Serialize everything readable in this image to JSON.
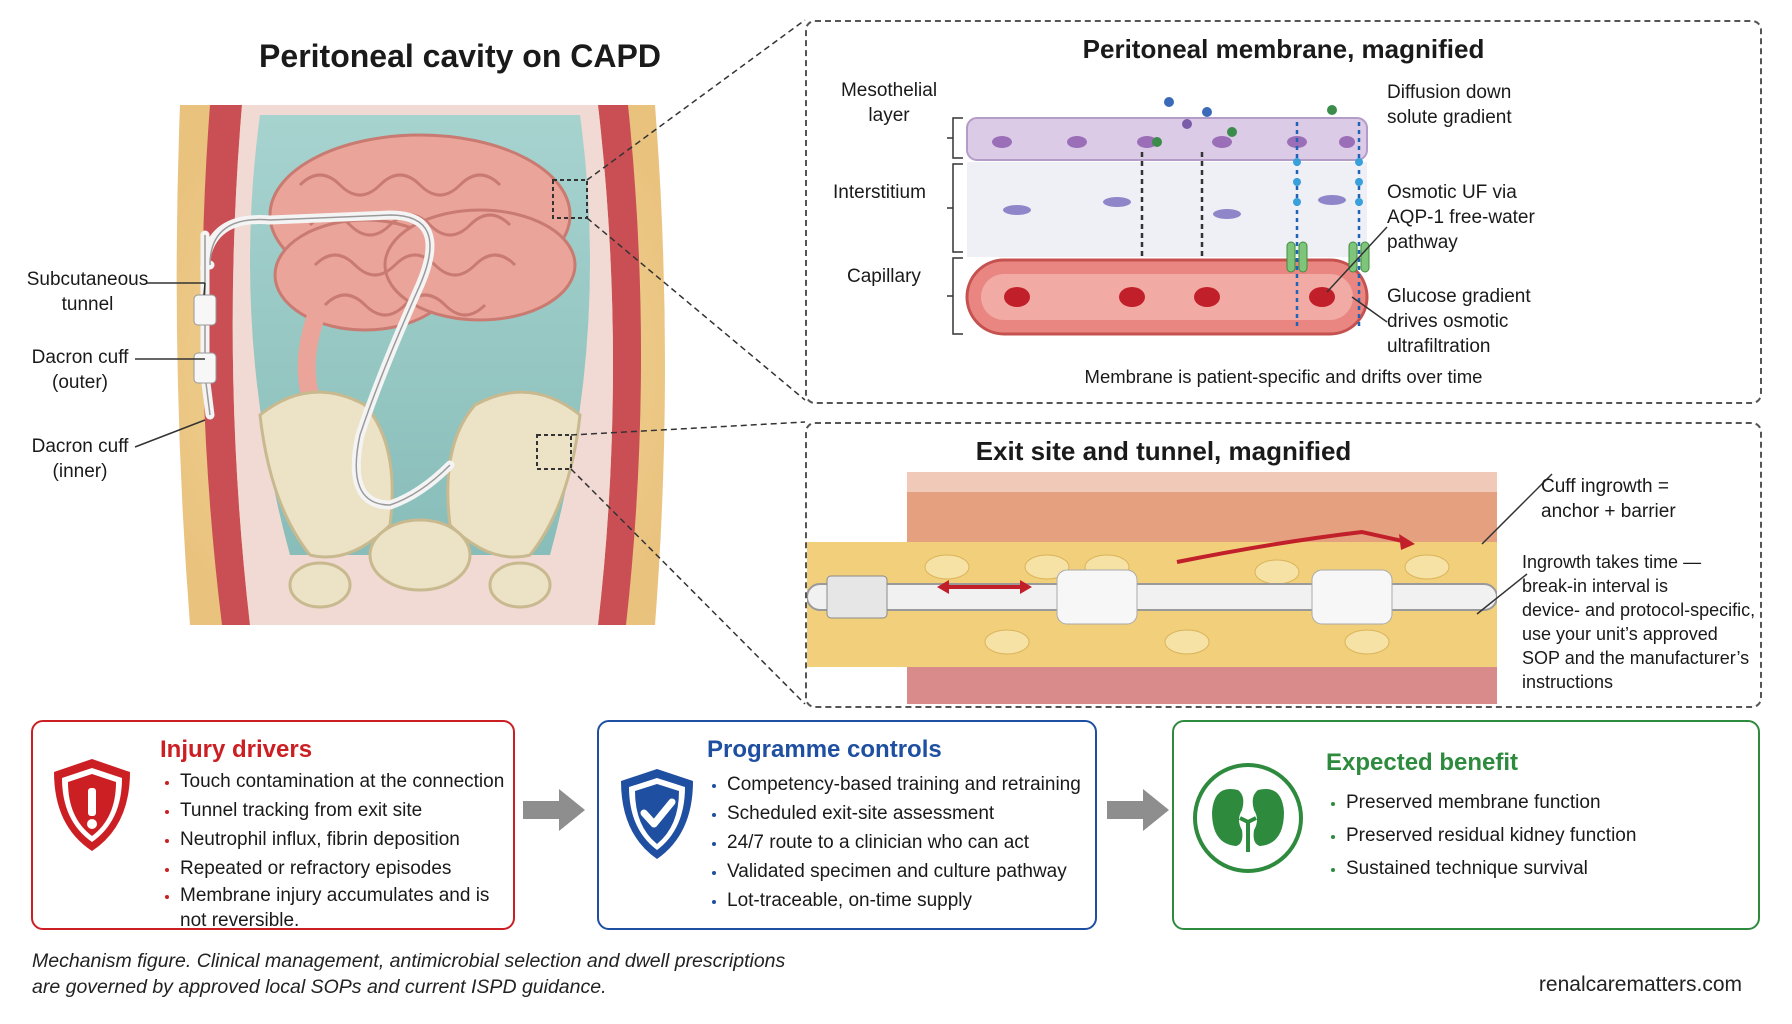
{
  "cavity": {
    "title": "Peritoneal cavity on CAPD",
    "labels": {
      "tunnel": [
        "Subcutaneous",
        "tunnel"
      ],
      "outer_cuff": [
        "Dacron cuff",
        "(outer)"
      ],
      "inner_cuff": [
        "Dacron cuff",
        "(inner)"
      ]
    }
  },
  "membrane": {
    "title": "Peritoneal membrane, magnified",
    "layers": {
      "mesothelial": [
        "Mesothelial",
        "layer"
      ],
      "interstitium": "Interstitium",
      "capillary": "Capillary"
    },
    "notes": {
      "diffusion": [
        "Diffusion down",
        "solute gradient"
      ],
      "osmotic": [
        "Osmotic UF via",
        "AQP-1 free-water",
        "pathway"
      ],
      "glucose": [
        "Glucose gradient",
        "drives osmotic",
        "ultrafiltration"
      ]
    },
    "footer": "Membrane is patient-specific and drifts over time"
  },
  "exit_site": {
    "title": "Exit site and tunnel, magnified",
    "notes": {
      "cuff": [
        "Cuff ingrowth =",
        "anchor + barrier"
      ],
      "ingrowth": [
        "Ingrowth takes time —",
        "break-in interval is",
        "device- and protocol-specific,",
        "use your unit’s approved",
        "SOP and the manufacturer’s",
        "instructions"
      ]
    }
  },
  "cards": {
    "injury": {
      "title": "Injury drivers",
      "icon": "warning-shield-icon",
      "color": "#cc1f24",
      "items": [
        "Touch contamination at the connection",
        "Tunnel tracking from exit site",
        "Neutrophil influx, fibrin deposition",
        "Repeated or refractory episodes",
        "Membrane injury accumulates and is not reversible."
      ]
    },
    "controls": {
      "title": "Programme controls",
      "icon": "check-shield-icon",
      "color": "#1f4fa0",
      "items": [
        "Competency-based training and retraining",
        "Scheduled exit-site assessment",
        "24/7 route to a clinician who can act",
        "Validated specimen and culture pathway",
        "Lot-traceable, on-time supply"
      ]
    },
    "benefit": {
      "title": "Expected benefit",
      "icon": "kidneys-icon",
      "color": "#2e8b3e",
      "items": [
        "Preserved membrane function",
        "Preserved residual kidney function",
        "Sustained technique survival"
      ]
    }
  },
  "caption": {
    "line1": "Mechanism figure. Clinical management, antimicrobial selection and dwell prescriptions",
    "line2": "are governed by approved local SOPs and current ISPD guidance."
  },
  "site": "renalcarematters.com"
}
